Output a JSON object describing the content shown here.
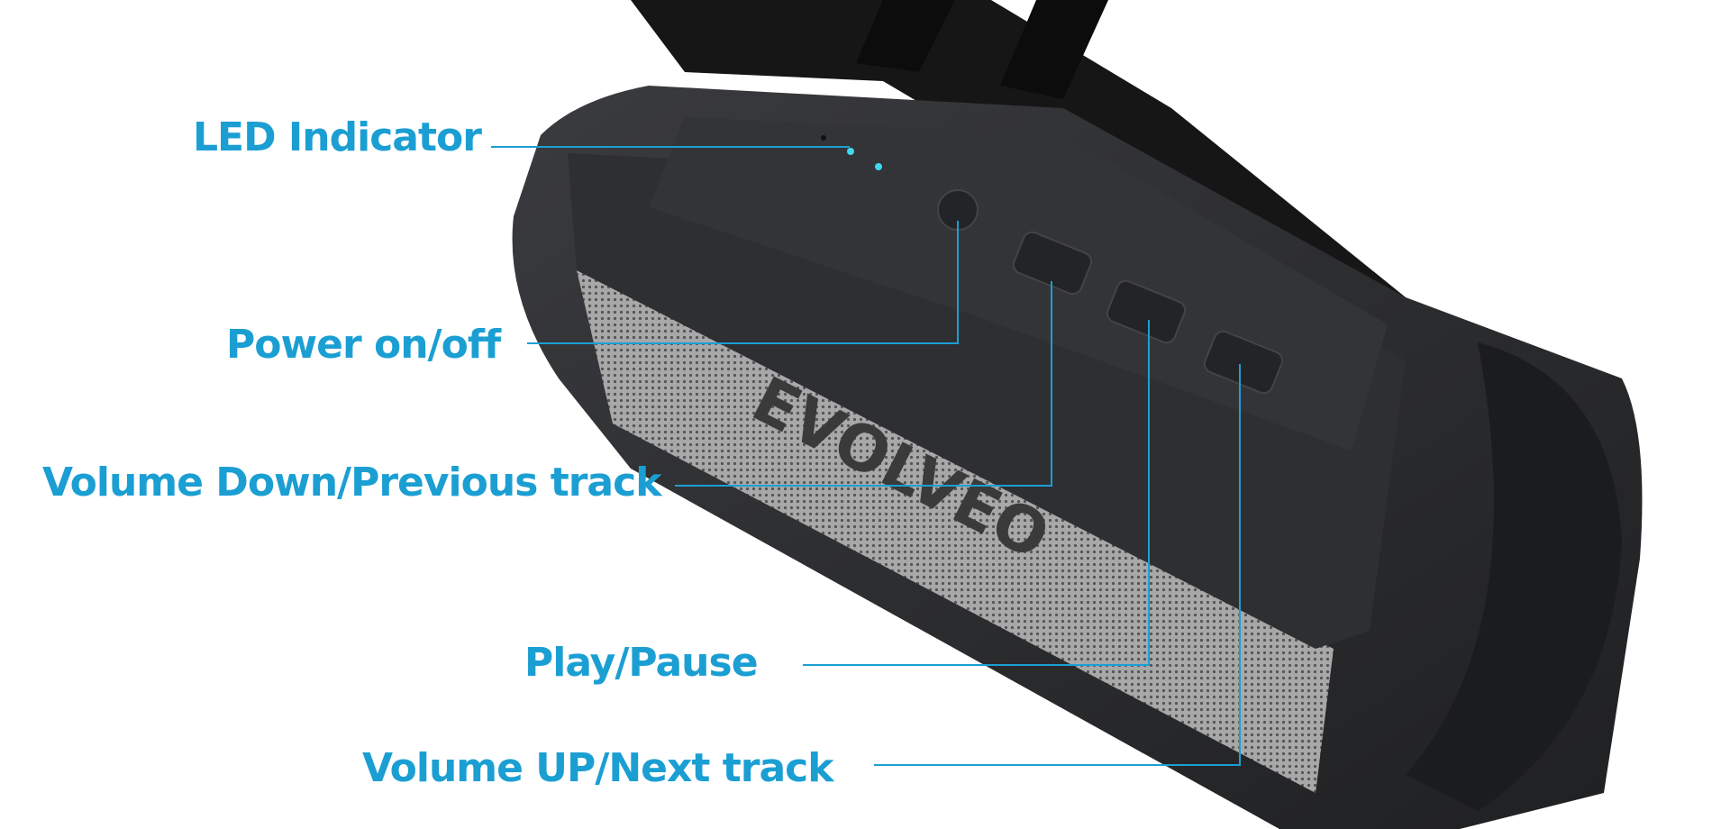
{
  "product": {
    "brand_logo_text": "EVOLVEO",
    "accent_color": "#1b9fd3",
    "body_color": "#2b2c2f",
    "grille_color": "#9a9a9a"
  },
  "callouts": [
    {
      "label": "LED Indicator"
    },
    {
      "label": "Power on/off"
    },
    {
      "label": "Volume Down/Previous track"
    },
    {
      "label": "Play/Pause"
    },
    {
      "label": "Volume UP/Next track"
    }
  ]
}
